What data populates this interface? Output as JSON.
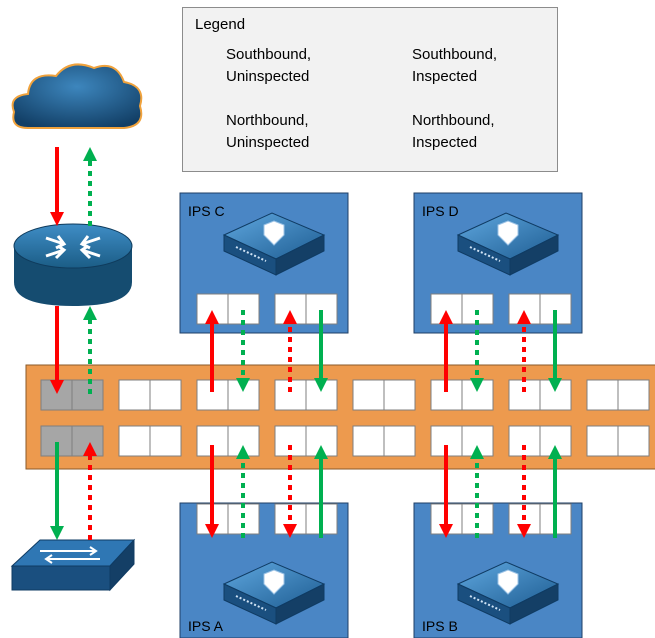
{
  "legend": {
    "title": "Legend",
    "items": [
      {
        "line1": "Southbound,",
        "line2": "Uninspected",
        "color": "#ff0000",
        "direction": "down",
        "style": "solid"
      },
      {
        "line1": "Southbound,",
        "line2": "Inspected",
        "color": "#00b050",
        "direction": "down",
        "style": "solid"
      },
      {
        "line1": "Northbound,",
        "line2": "Uninspected",
        "color": "#ff0000",
        "direction": "up",
        "style": "dotted"
      },
      {
        "line1": "Northbound,",
        "line2": "Inspected",
        "color": "#00b050",
        "direction": "up",
        "style": "dotted"
      }
    ]
  },
  "ips_devices": [
    {
      "label": "IPS C"
    },
    {
      "label": "IPS D"
    },
    {
      "label": "IPS A"
    },
    {
      "label": "IPS B"
    }
  ],
  "colors": {
    "switch_chassis": "#ed9a4e",
    "ips_box": "#4a86c5",
    "cloud": "#1f5f8f",
    "router": "#1b5d86",
    "red_arrow": "#ff0000",
    "green_arrow": "#00b050",
    "port_fill": "#ffffff",
    "uplink_port_fill": "#a6a6a6"
  },
  "icons": {
    "cloud": "internet-cloud-icon",
    "router": "router-icon",
    "access_switch": "workgroup-switch-icon",
    "ips_appliance": "ips-appliance-icon"
  }
}
